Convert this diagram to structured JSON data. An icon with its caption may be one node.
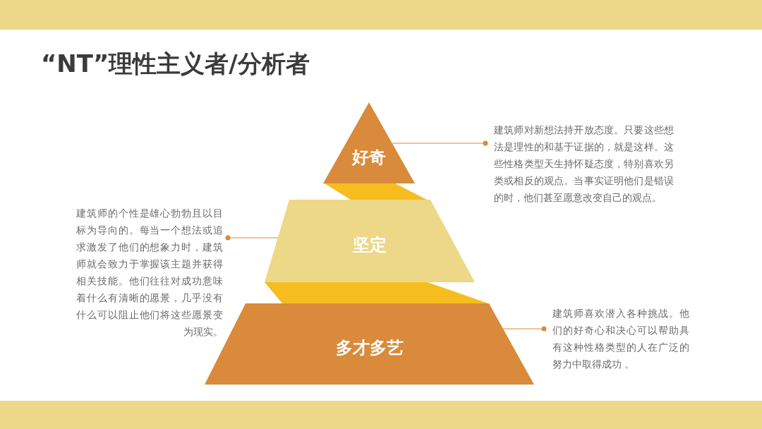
{
  "diagram": {
    "title": "“NT”理性主义者/分析者",
    "nodes": [
      {
        "text": [
          "好奇"
        ]
      },
      {
        "text": [
          "坚定"
        ]
      },
      {
        "text": [
          "多才多艺"
        ]
      },
      {
        "text": [
          "建筑师对新想法持开放态度。只要这些想法是理性的和基于证据的，就是这样。这些性格类型天生持怀疑态度，特别喜欢另类或相反的观点。当事实证明他们是错误的时，他们甚至愿意改变自己的观点。"
        ]
      },
      {
        "text": [
          "建筑师的个性是雄心勃勃且以目标为导向的。每当一个想法或追求激发了他们的想象力时，建筑师就会致力于掌握该主题并获得相关技能。他们往往对成功意味着什么有清晰的愿景，几乎没有什么可以阻止他们将这些愿景变为现实。"
        ]
      },
      {
        "text": [
          "建筑师喜欢潜入各种挑战。他们的好奇心和决心可以帮助具有这种性格类型的人在广泛的努力中取得成功 。"
        ]
      },
      {
        "text": [],
        "shape": "bar"
      },
      {
        "text": [],
        "shape": "bar"
      }
    ],
    "edges": [
      {
        "from": 3,
        "to": 0,
        "arrow": "other"
      },
      {
        "from": 4,
        "to": 1,
        "arrow": "other"
      },
      {
        "from": 5,
        "to": 2,
        "arrow": "other"
      }
    ]
  }
}
